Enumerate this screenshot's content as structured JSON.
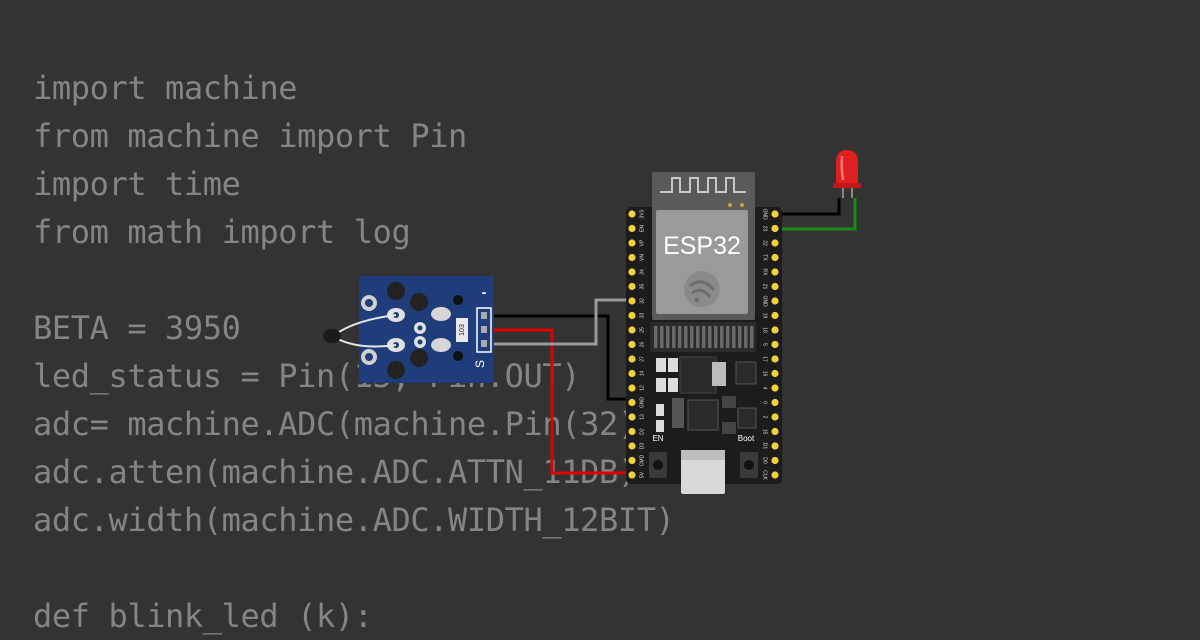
{
  "code_lines": [
    "import machine",
    "from machine import Pin",
    "import time",
    "from math import log",
    "",
    "BETA = 3950",
    "led_status = Pin(15, Pin.OUT)",
    "adc= machine.ADC(machine.Pin(32))",
    "adc.atten(machine.ADC.ATTN_11DB)",
    "adc.width(machine.ADC.WIDTH_12BIT)",
    "",
    "def blink_led (k):"
  ],
  "board": {
    "label": "ESP32",
    "en_label": "EN",
    "boot_label": "Boot",
    "left_pins": [
      "3V3",
      "EN",
      "VP",
      "VN",
      "34",
      "35",
      "32",
      "33",
      "25",
      "26",
      "27",
      "14",
      "12",
      "GND",
      "13",
      "D2",
      "D3",
      "CMD",
      "5V"
    ],
    "right_pins": [
      "GND",
      "23",
      "22",
      "TX",
      "RX",
      "21",
      "GND",
      "19",
      "18",
      "5",
      "17",
      "16",
      "4",
      "0",
      "2",
      "15",
      "D1",
      "D0",
      "CLK"
    ]
  },
  "sensor": {
    "resistor_text": "103",
    "pin_minus": "-",
    "pin_signal": "S"
  },
  "colors": {
    "background": "#333333",
    "code_text": "#858585",
    "board": "#1c1c1c",
    "sensor_pcb": "#1f3d7a",
    "led": "#e02020",
    "wire_black": "#000000",
    "wire_red": "#e00000",
    "wire_gray": "#9a9a9a",
    "wire_green": "#1a8a1a",
    "pin_gold": "#f2d23a"
  }
}
